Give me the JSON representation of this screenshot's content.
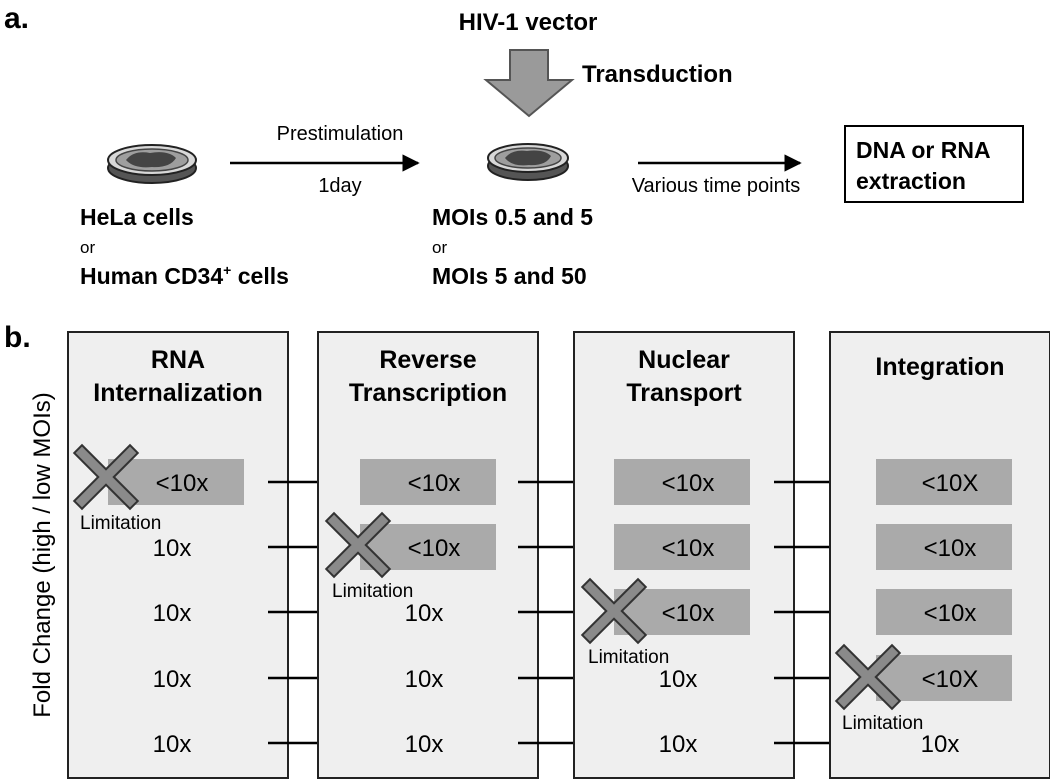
{
  "panel_a": {
    "label": "a.",
    "vector": "HIV-1 vector",
    "transduction": "Transduction",
    "prestimulation": "Prestimulation",
    "duration": "1day",
    "timepoints": "Various time points",
    "extraction_line1": "DNA or RNA",
    "extraction_line2": "extraction",
    "cells_line1": "HeLa cells",
    "cells_or": "or",
    "cells_line2_main": "Human CD34",
    "cells_line2_sup": "+",
    "cells_line2_tail": " cells",
    "moi_line1": "MOIs 0.5 and 5",
    "moi_or": "or",
    "moi_line2": "MOIs 5 and 50"
  },
  "panel_b": {
    "label": "b.",
    "y_axis": "Fold Change (high / low MOIs)",
    "limitation": "Limitation",
    "stages": [
      {
        "title": [
          "RNA",
          "Internalization"
        ],
        "cells": [
          "<10x",
          "10x",
          "10x",
          "10x",
          "10x"
        ]
      },
      {
        "title": [
          "Reverse",
          "Transcription"
        ],
        "cells": [
          "<10x",
          "<10x",
          "10x",
          "10x",
          "10x"
        ]
      },
      {
        "title": [
          "Nuclear",
          "Transport"
        ],
        "cells": [
          "<10x",
          "<10x",
          "<10x",
          "10x",
          "10x"
        ]
      },
      {
        "title": [
          "Integration"
        ],
        "cells": [
          "<10X",
          "<10x",
          "<10x",
          "<10X",
          "10x"
        ]
      }
    ],
    "limitation_rows": [
      0,
      1,
      2,
      3
    ],
    "colors": {
      "panel_fill": "#efefef",
      "cell_fill": "#aaaaaa",
      "cross": "#8a8a8a"
    }
  }
}
